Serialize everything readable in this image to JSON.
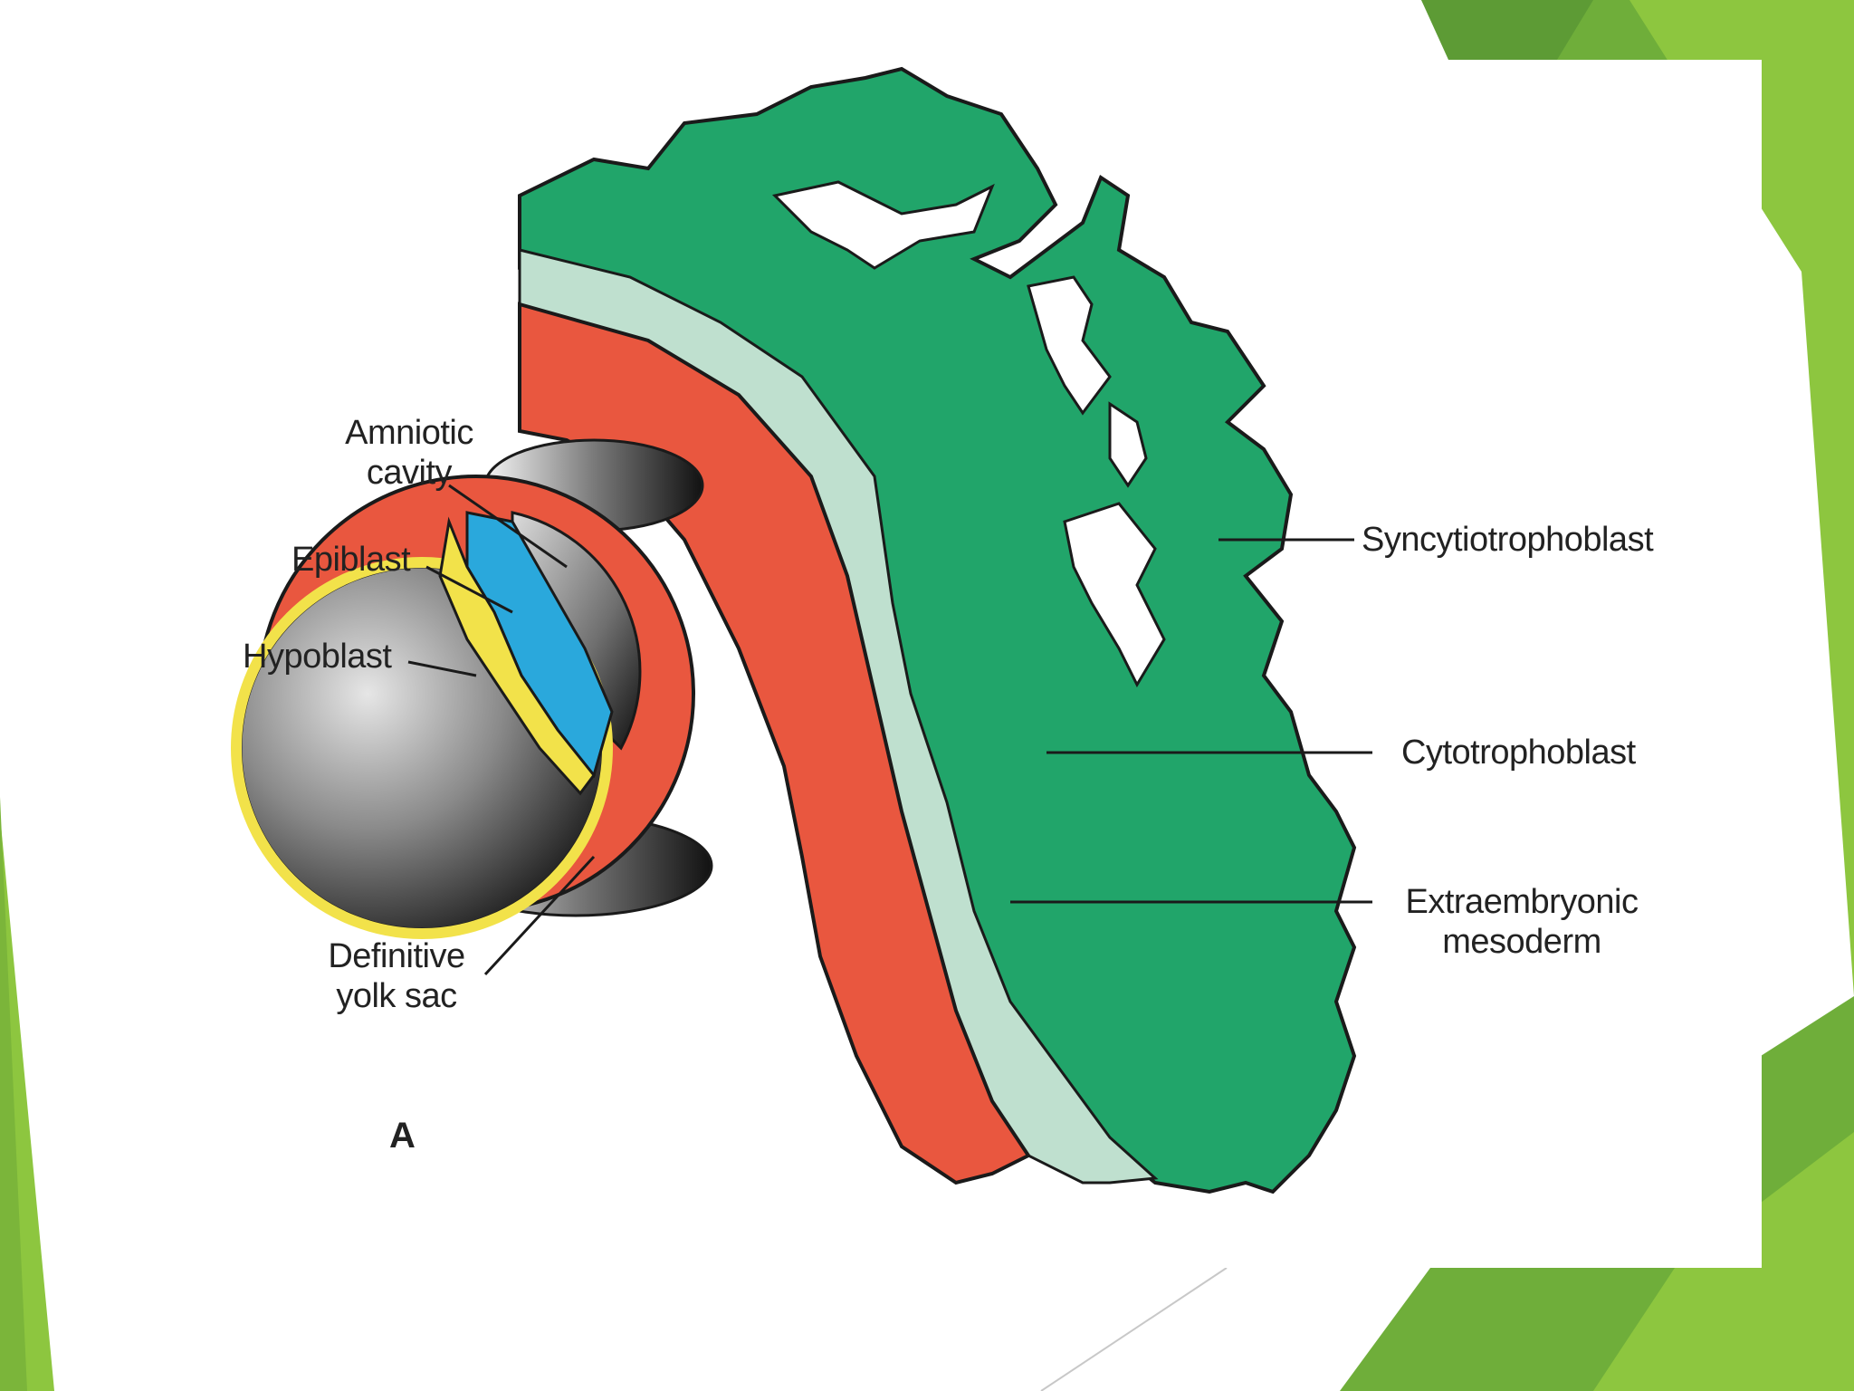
{
  "colors": {
    "slide_green_light": "#8dc63f",
    "slide_green_mid": "#6fae3a",
    "slide_green_dark": "#5d9b35",
    "syncytiotrophoblast": "#21a56a",
    "cytotrophoblast": "#bfe0cf",
    "extraembryonic_mesoderm": "#e9573f",
    "epiblast": "#2aa8dc",
    "hypoblast": "#f2e24a",
    "outline": "#1a1a1a"
  },
  "figure": {
    "panel_letter": "A",
    "labels": {
      "amniotic_cavity": [
        "Amniotic",
        "cavity"
      ],
      "epiblast": "Epiblast",
      "hypoblast": "Hypoblast",
      "definitive_yolk_sac": [
        "Definitive",
        "yolk sac"
      ],
      "syncytiotrophoblast": "Syncytiotrophoblast",
      "cytotrophoblast": "Cytotrophoblast",
      "extraembryonic_mesoderm": [
        "Extraembryonic",
        "mesoderm"
      ]
    }
  }
}
